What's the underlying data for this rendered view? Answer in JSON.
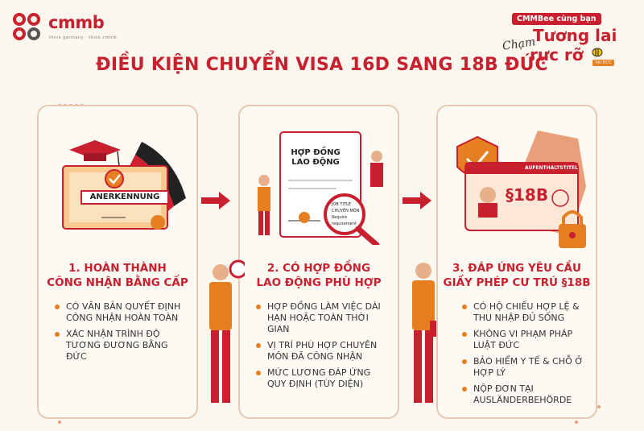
{
  "brand": {
    "name": "cmmb",
    "tagline": "think germany · think cmmb"
  },
  "badge": {
    "top": "CMMBee cùng bạn",
    "line1": "Tương lai",
    "cham": "Chạm",
    "line2": "rực rỡ",
    "tag": "TẠI ĐỨC"
  },
  "title": "ĐIỀU KIỆN CHUYỂN VISA 16D SANG 18B ĐỨC",
  "steps": [
    {
      "illustration_label": "ANERKENNUNG",
      "title_line1": "1. HOÀN THÀNH",
      "title_line2": "CÔNG NHẬN BẰNG CẤP",
      "bullets": [
        "CÓ VĂN BẢN QUYẾT ĐỊNH CÔNG NHẬN HOÀN TOÀN",
        "XÁC NHẬN TRÌNH ĐỘ TƯƠNG ĐƯƠNG BẰNG ĐỨC"
      ]
    },
    {
      "illustration_label": "HỢP ĐỒNG LAO ĐỘNG",
      "magnifier_items": [
        "JOB TITLE",
        "CHUYÊN MÔN",
        "Require requirement"
      ],
      "title_line1": "2. CÓ HỢP ĐỒNG",
      "title_line2": "LAO ĐỘNG PHÙ HỢP",
      "bullets": [
        "HỢP ĐỒNG LÀM VIỆC DÀI HẠN HOẶC TOÀN THỜI GIAN",
        "VỊ TRÍ PHÙ HỢP CHUYÊN MÔN ĐÃ CÔNG NHẬN",
        "MỨC LƯƠNG ĐÁP ỨNG QUY ĐỊNH (TÙY DIỆN)"
      ]
    },
    {
      "illustration_label": "AUFENTHALTSTITEL",
      "card_code": "§18B",
      "title_line1": "3. ĐÁP ỨNG YÊU CẦU",
      "title_line2": "GIẤY PHÉP CƯ TRÚ §18B",
      "bullets": [
        "CÓ HỘ CHIẾU HỢP LỆ & THU NHẬP ĐỦ SỐNG",
        "KHÔNG VI PHẠM PHÁP LUẬT ĐỨC",
        "BẢO HIỂM Y TẾ & CHỖ Ở HỢP LÝ",
        "NỘP ĐƠN TẠI AUSLÄNDERBEHÖRDE"
      ]
    }
  ],
  "colors": {
    "brand_red": "#c8202f",
    "accent_orange": "#e67e22",
    "background": "#fbf6ee"
  }
}
